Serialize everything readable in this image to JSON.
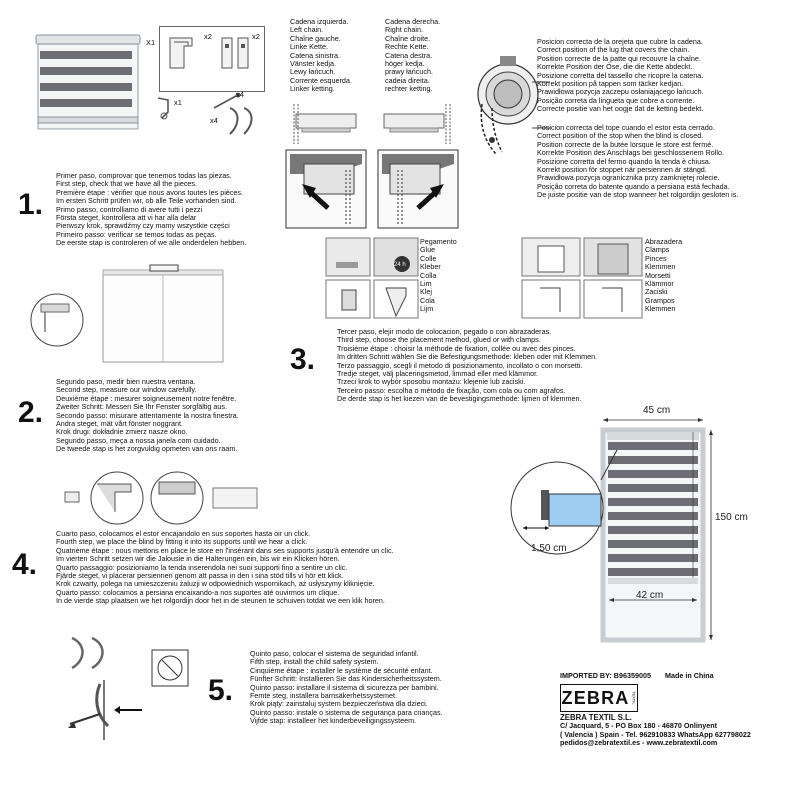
{
  "chains": {
    "left_lines": [
      "Cadena izquierda.",
      "Left chain.",
      "Chaîne gauche.",
      "Linke Kette.",
      "Catena sinistra.",
      "Vänster kedja.",
      "Lewy łańcuch.",
      "Corrente esquerda.",
      "Linker ketting."
    ],
    "right_lines": [
      "Cadena derecha.",
      "Right chain.",
      "Chaîne droite.",
      "Rechte Kette.",
      "Catena destra.",
      "höger kedja.",
      "prawy łańcuch.",
      "cadeia direita.",
      "rechter ketting."
    ]
  },
  "kit_counts": [
    "X1",
    "x2",
    "x2",
    "x1",
    "x4",
    "x4"
  ],
  "lug": {
    "chain_lines": [
      "Posicion correcta de la orejeta que cubre la cadena.",
      "Correct position of the lug that covers the chain.",
      "Position correcte de la patte qui recouvre la chaîne.",
      "Korrekte Position der Öse, die die Kette abdeckt.",
      "Posizione corretta del tassello che ricopre la catena.",
      "Korrekt position på tappen som täcker kedjan.",
      "Prawidłowa pozycja zaczepu osłaniającego łańcuch.",
      "Posição correta da lingueta que cobre a corrente.",
      "Correcte positie van het oogje dat de ketting bedekt."
    ],
    "stop_lines": [
      "Posicion correcta del tope cuando el estor esta cerrado.",
      "Correct position of the stop when the blind is closed.",
      "Position correcte de la butée lorsque le store est fermé.",
      "Korrekte Position des Anschlags bei geschlossenem Rollo.",
      "Posizione corretta del fermo quando la tenda è chiusa.",
      "Korrekt position för stoppet när persiennen är stängd.",
      "Prawidłowa pozycja ogranicznika przy zamkniętej rolecie.",
      "Posição correta do batente quando a persiana está fechada.",
      "De juiste positie van de stop wanneer het rolgordijn gesloten is."
    ]
  },
  "step1": {
    "number": "1.",
    "lines": [
      "Primer paso, comprovar que tenemos todas las piezas.",
      "First step, check that we have all the pieces.",
      "Première étape : vérifier que nous avons toutes les pièces.",
      "Im ersten Schritt prüfen wir, ob alle Teile vorhanden sind.",
      "Primo passo, controlliamo di avere tutti i pezzi",
      "Första steget, kontrollera att vi har alla delar",
      "Pierwszy krok, sprawdźmy czy mamy wszystkie części",
      "Primeiro passo: verificar se temos todas as peças.",
      "De eerste stap is controleren of we alle onderdelen hebben."
    ]
  },
  "step2": {
    "number": "2.",
    "lines": [
      "Segundo paso, medir bien nuestra ventana.",
      "Second step, measure our window carefully.",
      "Deuxième étape : mesurer soigneusement notre fenêtre.",
      "Zweiter Schritt: Messen Sie Ihr Fenster sorgfältig aus.",
      "Secondo passo: misurare attentamente la nostra finestra.",
      "Andra steget, mät vårt fönster noggrant.",
      "Krok drugi: dokładnie zmierz nasze okno.",
      "Segundo passo, meça a nossa janela com cuidado.",
      "De tweede stap is het zorgvuldig opmeten van ons raam."
    ]
  },
  "step3": {
    "number": "3.",
    "glue_labels": [
      "Pegamento",
      "Glue",
      "Colle",
      "Kleber",
      "Colla",
      "Lim",
      "Klej",
      "Cola",
      "Lijm"
    ],
    "clamp_labels": [
      "Abrazadera",
      "Clamps",
      "Pinces",
      "Klemmen",
      "Morsetti",
      "Klämmor",
      "Zaciski",
      "Grampos",
      "Klemmen"
    ],
    "lines": [
      "Tercer paso, elejir modo de colocacion, pegado o con abrazaderas.",
      "Third step, choose the placement method, glued or with clamps.",
      "Troisième étape : choisir la méthode de fixation, collée ou avec des pinces.",
      "Im dritten Schritt wählen Sie die Befestigungsmethode: kleben oder mit Klemmen.",
      "Terzo passaggio, scegli il metodo di posizionamento, incollato o con morsetti.",
      "Tredje steget, välj placeringsmetod, limmad eller med klämmor.",
      "Trzeci krok to wybór sposobu montażu: klejenie lub zaciski.",
      "Terceiro passo: escolha o método de fixação, com cola ou com agrafos.",
      "De derde stap is het kiezen van de bevestigingsmethode: lijmen of klemmen."
    ],
    "temp_label": "24 h"
  },
  "dimensions": {
    "width_top": "45 cm",
    "height": "150 cm",
    "width_bottom": "42 cm",
    "offset": "1,50 cm"
  },
  "step4": {
    "number": "4.",
    "lines": [
      "Cuarto paso, colocamos el estor encajandolo en sus soportes hasta oir un click.",
      "Fourth step, we place the blind by fitting it into its supports until we hear a click.",
      "Quatrième étape : nous mettons en place le store en l'insérant dans ses supports jusqu'à entendre un clic.",
      "Im vierten Schritt setzen wir die Jalousie in die Halterungen ein, bis wir ein Klicken hören.",
      "Quarto passaggio: posizioniamo la tenda inserendola nei suoi supporti fino a sentire un clic.",
      "Fjärde steget, vi placerar persiennen genom att passa in den i sina stöd tills vi hör ett klick.",
      "Krok czwarty, polega na umieszczeniu żaluzji w odpowiednich wspornikach, aż usłyszymy kliknięcie.",
      "Quarto passo: colocamos a persiana encaixando-a nos suportes até ouvirmos um clique.",
      "In de vierde stap plaatsen we het rolgordijn door het in de steunen te schuiven totdat we een klik horen."
    ]
  },
  "step5": {
    "number": "5.",
    "lines": [
      "Quinto paso, colocar el sistema de seguridad infantil.",
      "Fifth step, install the child safety system.",
      "Cinquième étape : installer le système de sécurité enfant.",
      "Fünfter Schritt: Installieren Sie das Kindersicherheitssystem.",
      "Quinto passo: installare il sistema di sicurezza per bambini.",
      "Femte steg, installera barnsäkerhetssystemet.",
      "Krok piąty: zainstaluj system bezpieczeństwa dla dzieci.",
      "Quinto passo: instale o sistema de segurança para crianças.",
      "Vijfde stap: installeer het kinderbeveiligingssysteem."
    ]
  },
  "importer": {
    "imported": "IMPORTED BY: B96359005",
    "made_in": "Made in China",
    "logo": "ZEBRA",
    "logo_small": "TEXTIL",
    "company": "ZEBRA TEXTIL S.L.",
    "address_lines": [
      "C/ Jacquard, 5 - PO Box 180 - 46870 Onlinyent",
      "( Valencia ) Spain - Tel. 962910833  WhatsApp 627798022",
      "pedidos@zebratextil.es - www.zebratextil.com"
    ]
  },
  "colors": {
    "text": "#111111",
    "stripe_dark": "#6d6d73",
    "stripe_light": "#e6e6e8",
    "frame": "#cfd3d8",
    "highlight_blue": "#9ecdf1"
  }
}
